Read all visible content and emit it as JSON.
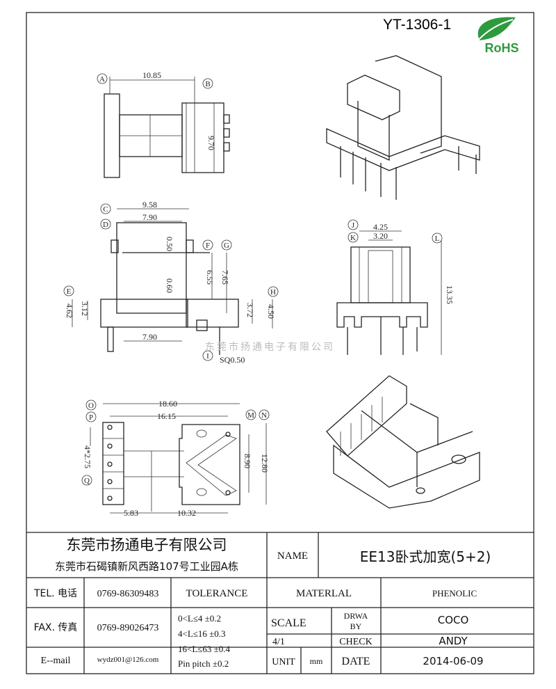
{
  "drawing_number": "YT-1306-1",
  "logo_text": "RoHS",
  "watermark": "东莞市扬通电子有限公司",
  "views": {
    "top": {
      "dims": [
        "10.85",
        "9.70"
      ],
      "labels": [
        "A",
        "B"
      ]
    },
    "front": {
      "dims": [
        "9.58",
        "7.90",
        "0.50",
        "0.60",
        "6.55",
        "7.65",
        "3.12",
        "4.62",
        "3.72",
        "4.50",
        "7.90",
        "SQ0.50"
      ],
      "labels": [
        "C",
        "D",
        "E",
        "F",
        "G",
        "H",
        "I"
      ]
    },
    "side": {
      "dims": [
        "4.25",
        "3.20",
        "13.35"
      ],
      "labels": [
        "J",
        "K",
        "L"
      ]
    },
    "bottom": {
      "dims": [
        "18.60",
        "16.15",
        "4*2.75",
        "8.90",
        "12.80",
        "5.83",
        "10.32"
      ],
      "labels": [
        "O",
        "P",
        "Q",
        "M",
        "N"
      ]
    }
  },
  "title_block": {
    "company": "东莞市扬通电子有限公司",
    "address": "东莞市石碣镇新风西路107号工业园A栋",
    "name_label": "NAME",
    "name_value": "EE13卧式加宽(5+2)",
    "tel_label": "TEL. 电话",
    "tel_value": "0769-86309483",
    "fax_label": "FAX. 传真",
    "fax_value": "0769-89026473",
    "email_label": "E--mail",
    "email_value": "wydz001@126.com",
    "tolerance_label": "TOLERANCE",
    "tolerances": [
      "0<L≤4   ±0.2",
      "4<L≤16  ±0.3",
      "16<L≤63 ±0.4",
      "Pin pitch ±0.2"
    ],
    "material_label": "MATERLAL",
    "material_value": "PHENOLIC",
    "scale_label": "SCALE",
    "scale_value": "4/1",
    "drawn_label_1": "DRWA",
    "drawn_label_2": "BY",
    "drawn_value": "COCO",
    "check_label": "CHECK",
    "check_value": "ANDY",
    "unit_label": "UNIT",
    "unit_value": "mm",
    "date_label": "DATE",
    "date_value": "2014-06-09"
  }
}
